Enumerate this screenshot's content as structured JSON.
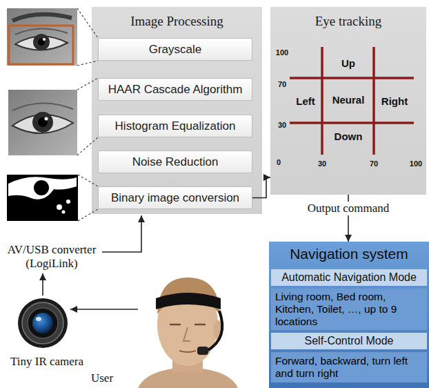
{
  "diagram": {
    "nodes": [
      {
        "text": [
          "Image Processing"
        ]
      },
      {
        "text": [
          "Grayscale"
        ],
        "in": 0
      },
      {
        "text": [
          "HAAR Cascade Algorithm"
        ],
        "in": 0
      },
      {
        "text": [
          "Histogram Equalization"
        ],
        "in": 0
      },
      {
        "text": [
          "Noise Reduction"
        ],
        "in": 0
      },
      {
        "text": [
          "Binary image conversion"
        ],
        "in": 0
      },
      {
        "text": [
          "Eye tracking"
        ]
      },
      {
        "text": [
          "Navigation system"
        ]
      },
      {
        "text": [
          "Automatic Navigation Mode"
        ],
        "in": 7
      },
      {
        "text": [
          "Living room, Bed room, Kitchen, Toilet, …, up to 9 locations"
        ],
        "in": 7
      },
      {
        "text": [
          "Self-Control Mode"
        ],
        "in": 7
      },
      {
        "text": [
          "Forward, backward, turn left and turn right"
        ],
        "in": 7
      }
    ],
    "edges": [
      {
        "from": 5,
        "to": 6,
        "arrow": "to"
      },
      {
        "from": 6,
        "to": 7,
        "label": "Output command",
        "arrow": "to"
      }
    ],
    "labels": [
      "100",
      "70",
      "30",
      "0",
      "30",
      "70",
      "100",
      "Up",
      "Left",
      "Neural",
      "Right",
      "Down",
      "AV/USB converter (LogiLink)",
      "Tiny IR camera",
      "User"
    ]
  }
}
